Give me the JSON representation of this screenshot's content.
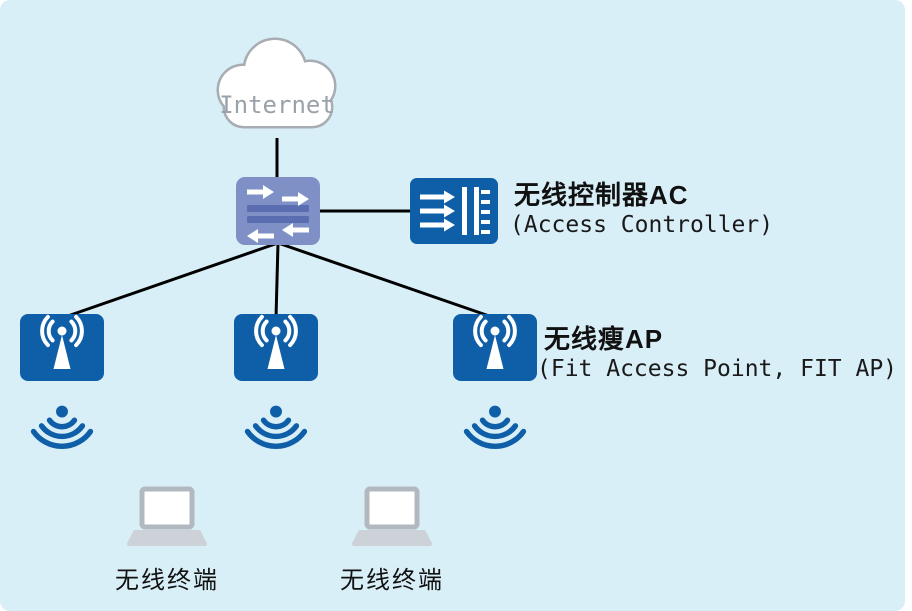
{
  "diagram_title": "FIT AP + AC wireless network topology",
  "colors": {
    "background": "#d9eff7",
    "line": "#000000",
    "device_blue": "#0e5fa8",
    "switch_fill": "#7e90c5",
    "switch_band": "#5a6db0",
    "cloud_stroke": "#a8adb4",
    "cloud_text": "#9aa2a9",
    "laptop_stroke": "#b2b8bf",
    "laptop_base": "#ccd2d8"
  },
  "cloud": {
    "label": "Internet"
  },
  "ac": {
    "label_cn": "无线控制器AC",
    "label_en": "(Access Controller)"
  },
  "ap": {
    "label_cn": "无线瘦AP",
    "label_en": "(Fit Access Point, FIT AP)",
    "count": 3
  },
  "terminals": {
    "left": "无线终端",
    "right": "无线终端"
  },
  "icons": {
    "cloud": "cloud-icon",
    "switch": "switch-icon",
    "ac": "access-controller-icon",
    "ap": "access-point-icon",
    "wifi": "wifi-signal-icon",
    "laptop": "laptop-icon"
  }
}
